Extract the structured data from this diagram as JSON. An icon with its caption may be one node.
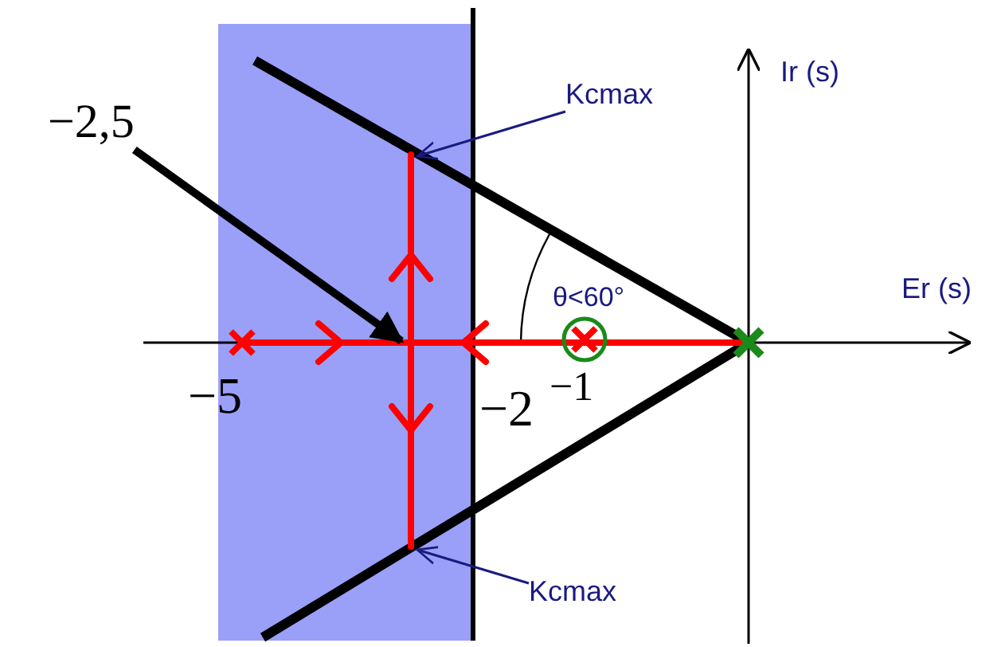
{
  "diagram": {
    "nodes": [
      {
        "text": [
          "−2,5"
        ]
      },
      {
        "text": [
          "Kcmax"
        ]
      },
      {
        "text": [
          "Kcmax"
        ]
      }
    ],
    "edges": [
      {
        "from": 0,
        "to": null,
        "arrow": "to",
        "style": "thick",
        "color": "#000000"
      },
      {
        "from": 1,
        "to": null,
        "arrow": "to"
      },
      {
        "from": 2,
        "to": null,
        "arrow": "to"
      }
    ],
    "labels": [
      "Ir (s)",
      "Er (s)",
      "θ<60°",
      "−5",
      "−2",
      "−1"
    ]
  }
}
